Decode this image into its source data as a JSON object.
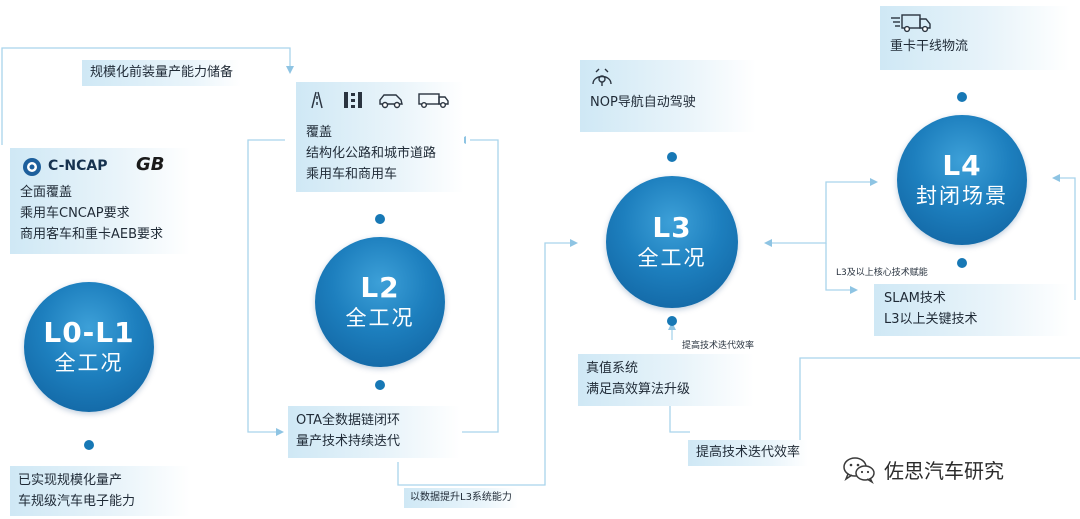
{
  "top_tag": "规模化前装量产能力储备",
  "l0": {
    "logos": {
      "cncap": "C-NCAP",
      "gb": "GB"
    },
    "box_lines": [
      "全面覆盖",
      "乘用车CNCAP要求",
      "商用客车和重卡AEB要求"
    ],
    "level": "L0-L1",
    "sub": "全工况",
    "bottom_lines": [
      "已实现规模化量产",
      "车规级汽车电子能力"
    ]
  },
  "l2": {
    "icons": [
      "road-icon",
      "highway-icon",
      "car-icon",
      "truck-icon"
    ],
    "box_lines": [
      "覆盖",
      "结构化公路和城市道路",
      "乘用车和商用车"
    ],
    "level": "L2",
    "sub": "全工况",
    "bottom_lines": [
      "OTA全数据链闭环",
      "量产技术持续迭代"
    ]
  },
  "data_tag": "以数据提升L3系统能力",
  "l3": {
    "icon": "steering-icon",
    "box_lines": [
      "NOP导航自动驾驶"
    ],
    "level": "L3",
    "sub": "全工况",
    "small_tag": "提高技术迭代效率",
    "bottom_lines": [
      "真值系统",
      "满足高效算法升级"
    ]
  },
  "eff_tag": "提高技术迭代效率",
  "l4": {
    "icon": "truck-icon",
    "box_lines": [
      "重卡干线物流"
    ],
    "level": "L4",
    "sub": "封闭场景",
    "bare_label": "L3及以上核心技术赋能",
    "bottom_lines": [
      "SLAM技术",
      "L3以上关键技术"
    ]
  },
  "watermark": "佐思汽车研究"
}
